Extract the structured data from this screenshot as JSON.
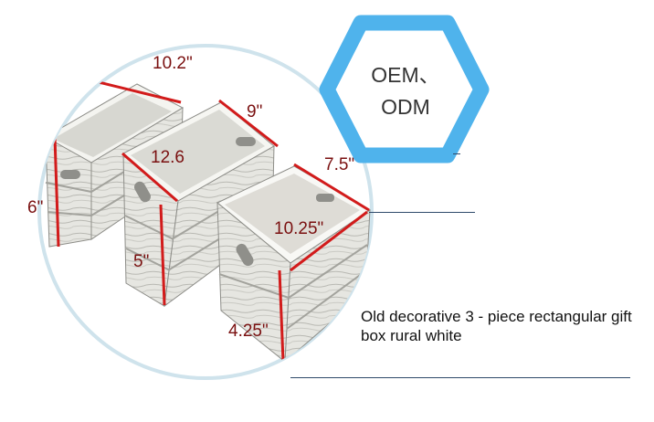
{
  "badge": {
    "line1": "OEM、",
    "line2": "ODM",
    "border_color": "#4fb3ec"
  },
  "dimensions": {
    "large_length": "10.2\"",
    "large_height": "6\"",
    "medium_width": "9\"",
    "medium_length": "12.6",
    "medium_height": "5\"",
    "small_width": "7.5\"",
    "small_length": "10.25\"",
    "small_height": "4.25\""
  },
  "caption": {
    "text": "Old decorative 3 - piece rectangular gift box rural white"
  },
  "colors": {
    "circle_border": "#cfe3ec",
    "dimension_line": "#d21b1b",
    "crate_wood": "#e9e9e4",
    "crate_shadow": "#9a9a94"
  }
}
